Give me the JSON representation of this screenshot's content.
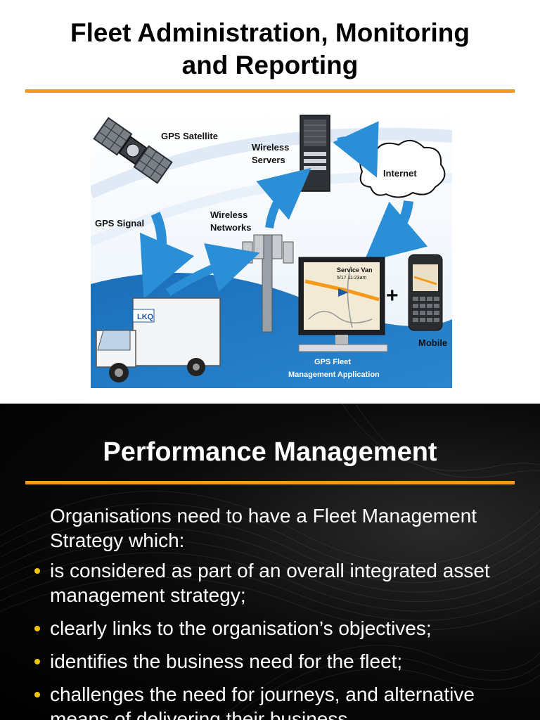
{
  "slide1": {
    "title_line1": "Fleet Administration, Monitoring",
    "title_line2": "and Reporting",
    "diagram": {
      "labels": {
        "gps_satellite": "GPS Satellite",
        "gps_signal": "GPS Signal",
        "wireless_servers_1": "Wireless",
        "wireless_servers_2": "Servers",
        "wireless_networks_1": "Wireless",
        "wireless_networks_2": "Networks",
        "internet": "Internet",
        "truck_brand": "LKQ",
        "screen_title": "Service Van",
        "screen_time": "5/17 11:23am",
        "plus": "+",
        "mobile": "Mobile",
        "app_1": "GPS Fleet",
        "app_2": "Management Application"
      },
      "colors": {
        "accent_blue": "#1f7ec9",
        "arrow_blue": "#2b8fd8",
        "route_orange": "#f39a1b"
      }
    }
  },
  "slide2": {
    "title": "Performance Management",
    "intro": "Organisations need to have a Fleet Management Strategy which:",
    "bullets": [
      "is considered as part of an overall integrated asset management strategy;",
      "clearly links to the organisation’s objectives;",
      "identifies the business need for the fleet;",
      "challenges the need for journeys, and alternative means of delivering their business"
    ]
  },
  "colors": {
    "accent": "#f39a1b",
    "bullet": "#f5c400"
  }
}
